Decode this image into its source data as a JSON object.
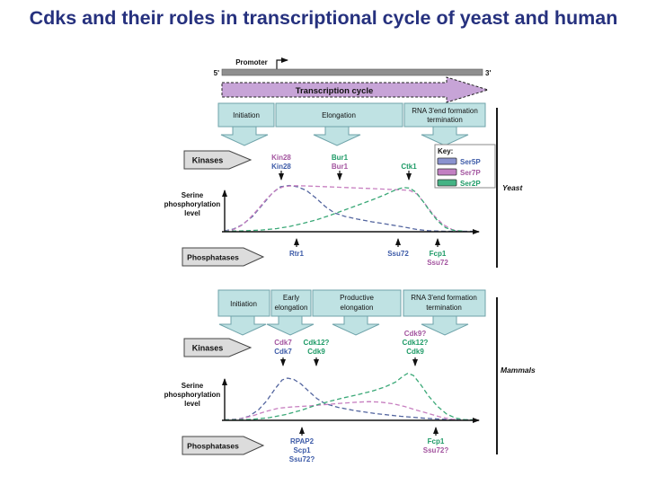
{
  "title": "Cdks and their roles in transcriptional cycle of yeast and human",
  "colors": {
    "title-text": "#26317e",
    "teal-box": "#bfe2e3",
    "teal-border": "#6fa3aa",
    "purple-arrow": "#c7a4d7",
    "gray-bar": "#8f8f8f",
    "gray-label": "#dcdcdc",
    "key-blue": "#8a93cf",
    "key-purple": "#c27fc2",
    "key-green": "#44b384",
    "curve-blue": "#53659f",
    "curve-purple": "#c77fc0",
    "curve-green": "#3aa877",
    "text-blue": "#3d5ba8",
    "text-purple": "#a3549f",
    "text-green": "#1d9a66"
  },
  "top": {
    "promoter": "Promoter",
    "five_prime": "5'",
    "three_prime": "3'",
    "cycle_label": "Transcription cycle"
  },
  "key": {
    "title": "Key:",
    "entries": {
      "e1": "Ser5P",
      "e2": "Ser7P",
      "e3": "Ser2P"
    }
  },
  "yeast": {
    "section_label": "Yeast",
    "stages": {
      "s1": "Initiation",
      "s2": "Elongation",
      "s3a": "RNA 3'end formation",
      "s3b": "termination"
    },
    "kinases_label": "Kinases",
    "kinases": {
      "g1a": "Kin28",
      "g1b": "Kin28",
      "g2a": "Bur1",
      "g2b": "Bur1",
      "g3a": "Ctk1"
    },
    "axis": {
      "l1": "Serine",
      "l2": "phosphorylation",
      "l3": "level"
    },
    "phosphatases_label": "Phosphatases",
    "phosphatases": {
      "p1": "Rtr1",
      "p2": "Ssu72",
      "p3a": "Fcp1",
      "p3b": "Ssu72"
    },
    "curves": {
      "ser5p": [
        [
          250,
          257
        ],
        [
          260,
          255
        ],
        [
          270,
          250
        ],
        [
          281,
          241
        ],
        [
          292,
          228
        ],
        [
          303,
          215
        ],
        [
          312,
          208
        ],
        [
          322,
          206.5
        ],
        [
          331,
          208
        ],
        [
          341,
          212
        ],
        [
          351,
          220
        ],
        [
          362,
          230
        ],
        [
          372,
          237
        ],
        [
          384,
          241
        ],
        [
          398,
          244
        ],
        [
          414,
          247
        ],
        [
          430,
          249.5
        ],
        [
          448,
          252.5
        ],
        [
          464,
          255.5
        ],
        [
          478,
          257
        ],
        [
          495,
          257.5
        ],
        [
          528,
          257.5
        ]
      ],
      "ser7p": [
        [
          250,
          257.5
        ],
        [
          259,
          256
        ],
        [
          268,
          251.5
        ],
        [
          277,
          244
        ],
        [
          287,
          233
        ],
        [
          297,
          221
        ],
        [
          307,
          211.5
        ],
        [
          315,
          208
        ],
        [
          325,
          206.8
        ],
        [
          340,
          207
        ],
        [
          360,
          207.8
        ],
        [
          385,
          208.8
        ],
        [
          410,
          209.8
        ],
        [
          432,
          210.8
        ],
        [
          448,
          211.5
        ],
        [
          456,
          212
        ],
        [
          464,
          216
        ],
        [
          473,
          227
        ],
        [
          483,
          240
        ],
        [
          493,
          250
        ],
        [
          503,
          255.5
        ],
        [
          512,
          257.5
        ]
      ],
      "ser2p": [
        [
          250,
          257.5
        ],
        [
          272,
          257
        ],
        [
          292,
          256
        ],
        [
          308,
          254.5
        ],
        [
          323,
          252
        ],
        [
          338,
          248.5
        ],
        [
          353,
          244.5
        ],
        [
          368,
          239.5
        ],
        [
          383,
          234
        ],
        [
          398,
          228.5
        ],
        [
          413,
          223
        ],
        [
          428,
          217
        ],
        [
          440,
          211.5
        ],
        [
          449,
          208.7
        ],
        [
          456,
          209.5
        ],
        [
          463,
          214
        ],
        [
          471,
          224.5
        ],
        [
          479,
          236
        ],
        [
          488,
          247
        ],
        [
          496,
          253.5
        ],
        [
          505,
          256.5
        ],
        [
          517,
          257.5
        ]
      ]
    }
  },
  "mammals": {
    "section_label": "Mammals",
    "stages": {
      "s1": "Initiation",
      "s2a": "Early",
      "s2b": "elongation",
      "s3a": "Productive",
      "s3b": "elongation",
      "s4a": "RNA 3'end formation",
      "s4b": "termination"
    },
    "kinases_label": "Kinases",
    "kinases": {
      "g1a": "Cdk7",
      "g1b": "Cdk7",
      "g2a": "Cdk12?",
      "g2b": "Cdk9",
      "g3a": "Cdk9?",
      "g3b": "Cdk12?",
      "g3c": "Cdk9"
    },
    "axis": {
      "l1": "Serine",
      "l2": "phosphorylation",
      "l3": "level"
    },
    "phosphatases_label": "Phosphatases",
    "phosphatases": {
      "p1a": "RPAP2",
      "p1b": "Scp1",
      "p1c": "Ssu72?",
      "p2a": "Fcp1",
      "p2b": "Ssu72?"
    },
    "curves": {
      "ser5p": [
        [
          250,
          467.5
        ],
        [
          266,
          466.5
        ],
        [
          277,
          463.5
        ],
        [
          288,
          456
        ],
        [
          297,
          446
        ],
        [
          306,
          433
        ],
        [
          314,
          423
        ],
        [
          320,
          421
        ],
        [
          327,
          422.5
        ],
        [
          335,
          427.5
        ],
        [
          344,
          436
        ],
        [
          353,
          444
        ],
        [
          362,
          449.5
        ],
        [
          376,
          453.5
        ],
        [
          394,
          457
        ],
        [
          418,
          460.5
        ],
        [
          446,
          463.5
        ],
        [
          474,
          465.8
        ],
        [
          500,
          467.2
        ],
        [
          528,
          467.5
        ]
      ],
      "ser7p": [
        [
          250,
          467.5
        ],
        [
          267,
          466.5
        ],
        [
          281,
          463
        ],
        [
          296,
          458
        ],
        [
          310,
          454.5
        ],
        [
          326,
          453
        ],
        [
          344,
          452
        ],
        [
          362,
          450.5
        ],
        [
          380,
          449
        ],
        [
          397,
          447.8
        ],
        [
          411,
          447.2
        ],
        [
          424,
          447.8
        ],
        [
          437,
          449.5
        ],
        [
          450,
          452.5
        ],
        [
          463,
          456.5
        ],
        [
          477,
          460.5
        ],
        [
          491,
          464.5
        ],
        [
          503,
          466.8
        ],
        [
          512,
          467.5
        ]
      ],
      "ser2p": [
        [
          250,
          467.5
        ],
        [
          280,
          467
        ],
        [
          300,
          465
        ],
        [
          318,
          461.5
        ],
        [
          336,
          456.5
        ],
        [
          352,
          451
        ],
        [
          366,
          447
        ],
        [
          382,
          443
        ],
        [
          398,
          439.5
        ],
        [
          414,
          435.5
        ],
        [
          428,
          431
        ],
        [
          440,
          425.5
        ],
        [
          449,
          418.5
        ],
        [
          454,
          415.5
        ],
        [
          460,
          418
        ],
        [
          468,
          428
        ],
        [
          477,
          441
        ],
        [
          487,
          452.5
        ],
        [
          497,
          461
        ],
        [
          507,
          465.5
        ],
        [
          517,
          467.3
        ],
        [
          528,
          467.5
        ]
      ]
    }
  }
}
